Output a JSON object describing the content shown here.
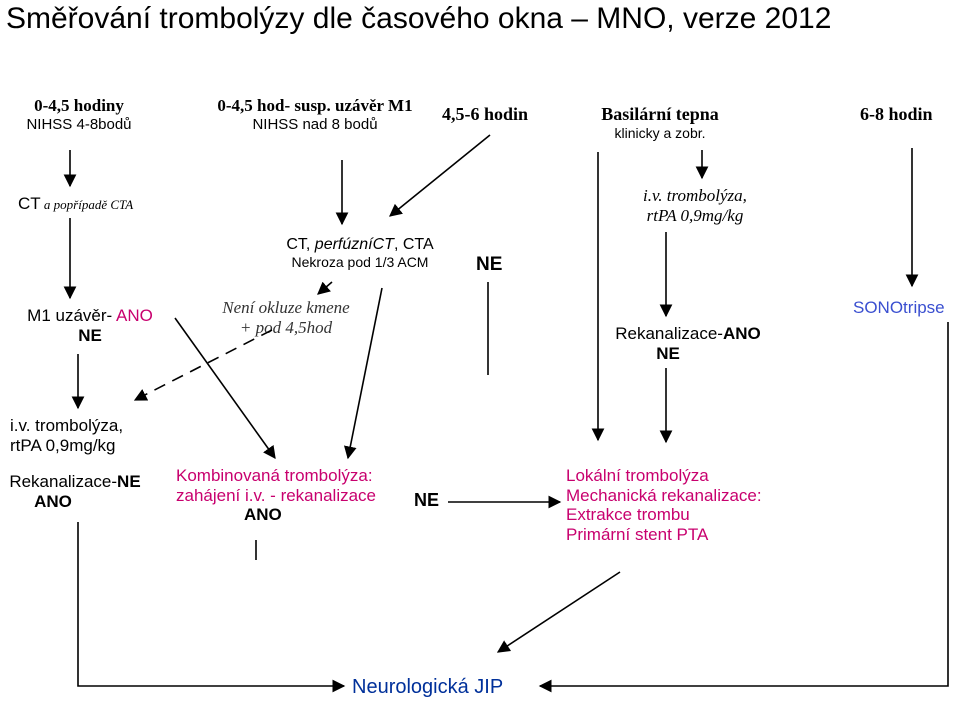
{
  "title": "Směřování trombolýzy dle časového okna – MNO, verze  2012",
  "header": {
    "col1": {
      "line1": "0-4,5 hodiny",
      "line2": "NIHSS 4-8bodů"
    },
    "col2": {
      "line1": "0-4,5 hod- susp. uzávěr M1",
      "line2": "NIHSS nad 8 bodů"
    },
    "col3": {
      "line1": "4,5-6 hodin"
    },
    "col4": {
      "line1": "Basilární tepna",
      "line2": "klinicky a zobr."
    },
    "col5": {
      "line1": "6-8 hodin"
    }
  },
  "nodes": {
    "ct_cta": {
      "main": "CT",
      "sub": " a popřípadě CTA"
    },
    "ct_perf": {
      "ct": "CT, ",
      "perf": "perfúzníCT",
      "cta": ", CTA",
      "line2": "Nekroza pod 1/3 ACM"
    },
    "ne_middle": "NE",
    "iv_basilar": {
      "line1": "i.v. trombolýza,",
      "line2": "rtPA 0,9mg/kg"
    },
    "m1_occlusion": {
      "label": "M1 uzávěr- ",
      "ano": "ANO",
      "ne": "NE"
    },
    "no_occlusion": {
      "line1": "Není okluze kmene",
      "line2": "+ pod 4,5hod"
    },
    "sono": "SONOtripse",
    "recan_basilar": {
      "label": "Rekanalizace-",
      "ano": "ANO",
      "ne": "NE"
    },
    "iv_left": {
      "line1": "i.v. trombolýza,",
      "line2": "rtPA 0,9mg/kg"
    },
    "recan_left": {
      "label": "Rekanalizace-",
      "ne": "NE",
      "ano": "ANO"
    },
    "combined": {
      "line1": "Kombinovaná trombolýza:",
      "line2": "zahájení i.v.  - rekanalizace",
      "ano": "ANO"
    },
    "ne_combined": "NE",
    "local": {
      "line1": "Lokální trombolýza",
      "line2": "Mechanická rekanalizace:",
      "line3": "Extrakce trombu",
      "line4": "Primární stent PTA"
    },
    "jip": "Neurologická JIP"
  },
  "colors": {
    "highlight": "#c8006e",
    "jip": "#00309a",
    "sono": "#3a4fd0"
  }
}
